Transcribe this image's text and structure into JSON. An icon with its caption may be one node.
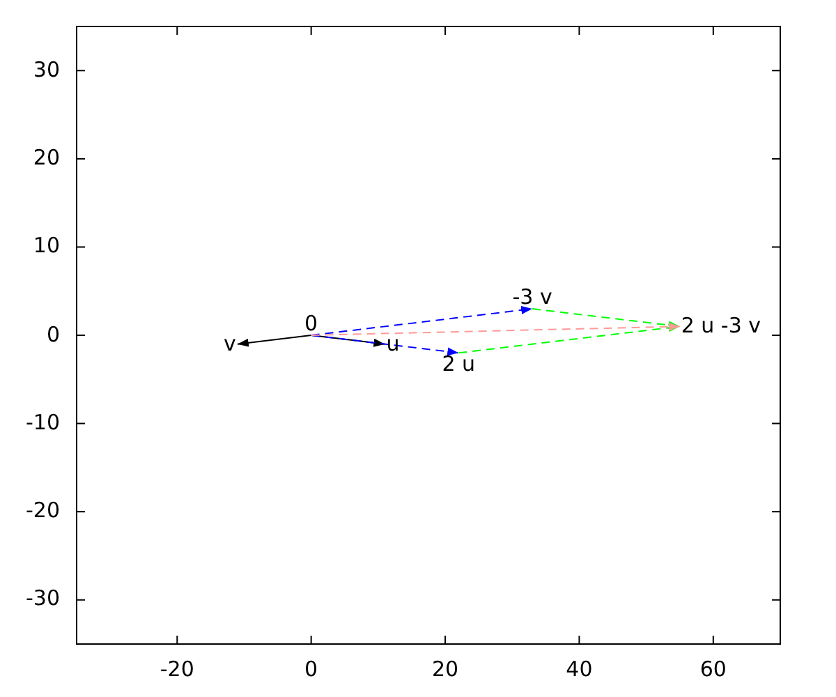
{
  "diagram": {
    "nodes": [
      {
        "text": [
          "0"
        ]
      },
      {
        "text": [
          "u"
        ]
      },
      {
        "text": [
          "v"
        ]
      },
      {
        "text": [
          "2 u"
        ]
      },
      {
        "text": [
          "-3 v"
        ]
      },
      {
        "text": [
          "2 u -3 v"
        ]
      }
    ],
    "edges": [
      {
        "from": 0,
        "to": 1,
        "arrow": "to"
      },
      {
        "from": 0,
        "to": 2,
        "arrow": "to"
      },
      {
        "from": 0,
        "to": 3,
        "arrow": "to",
        "style": "dashed",
        "color": "#0000ff"
      },
      {
        "from": 0,
        "to": 4,
        "arrow": "to",
        "style": "dashed",
        "color": "#0000ff"
      },
      {
        "from": 3,
        "to": 5,
        "arrow": "to",
        "style": "dashed",
        "color": "#00ff00"
      },
      {
        "from": 4,
        "to": 5,
        "arrow": "to",
        "style": "dashed",
        "color": "#00ff00"
      },
      {
        "from": 0,
        "to": 5,
        "arrow": "to",
        "style": "dashed",
        "color": "#ff9999"
      }
    ],
    "labels": [
      "30",
      "20",
      "10",
      "0",
      "-10",
      "-20",
      "-30",
      "-20",
      "0",
      "20",
      "40",
      "60"
    ]
  }
}
